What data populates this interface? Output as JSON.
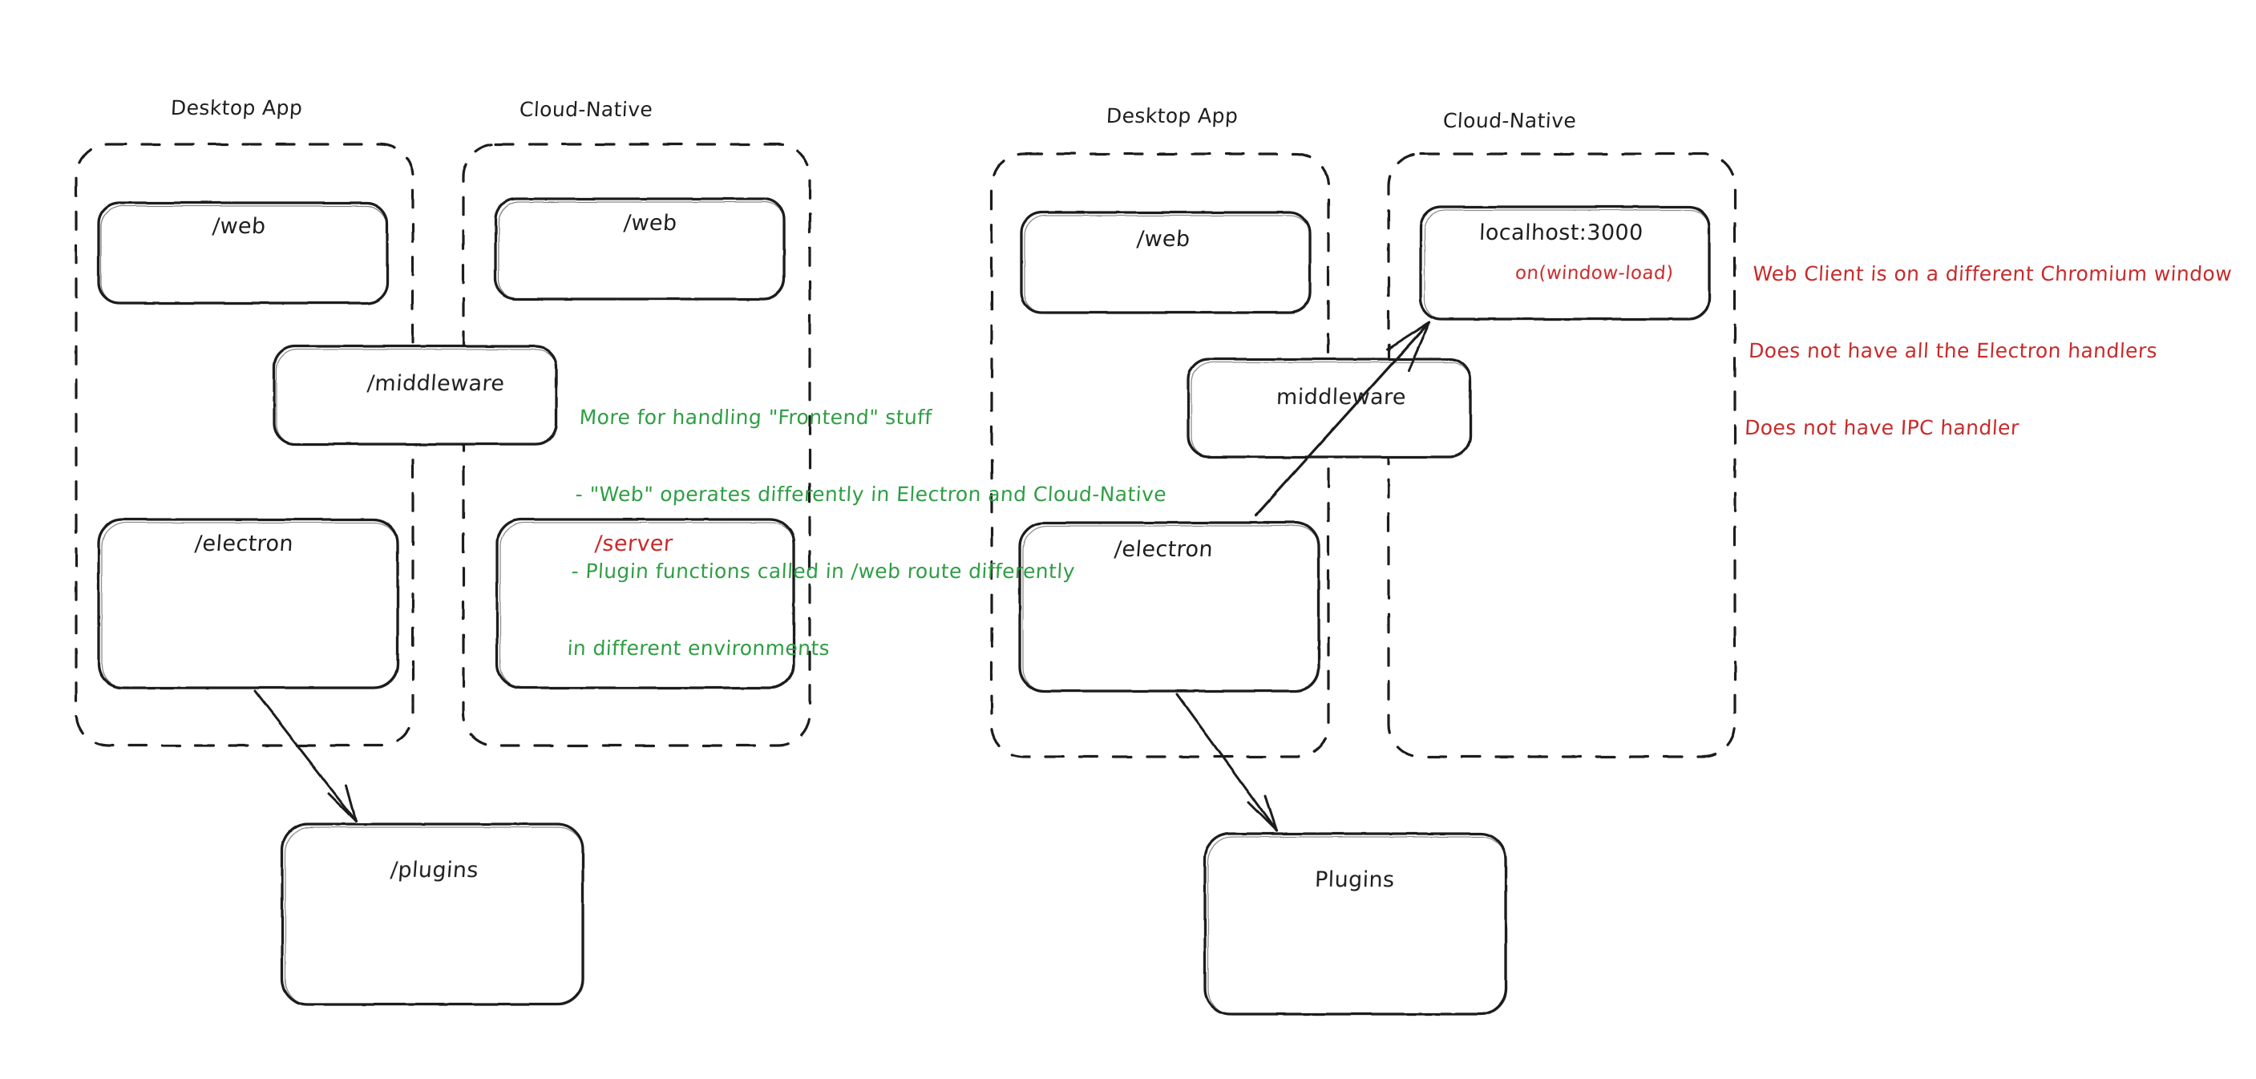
{
  "diagram": {
    "title": "Electron vs Cloud-Native architecture sketch",
    "style": "hand-drawn",
    "colors": {
      "stroke": "#1e1e1e",
      "green": "#2f9e44",
      "red": "#c92a2a",
      "background": "#ffffff"
    },
    "panels": [
      {
        "id": "left",
        "groups": [
          {
            "id": "left-desktop-app",
            "label": "Desktop App",
            "boxes": [
              {
                "id": "left-web",
                "label": "/web",
                "color": "#1e1e1e"
              },
              {
                "id": "left-electron",
                "label": "/electron",
                "color": "#1e1e1e"
              }
            ]
          },
          {
            "id": "left-cloud-native",
            "label": "Cloud-Native",
            "boxes": [
              {
                "id": "left-web-cn",
                "label": "/web",
                "color": "#1e1e1e"
              },
              {
                "id": "left-server",
                "label": "/server",
                "color": "#c92a2a"
              }
            ]
          }
        ],
        "straddling_boxes": [
          {
            "id": "left-middleware",
            "label": "/middleware",
            "color": "#1e1e1e"
          }
        ],
        "outside_boxes": [
          {
            "id": "left-plugins",
            "label": "/plugins",
            "color": "#1e1e1e"
          }
        ],
        "note_green": {
          "lines": [
            "More for handling \"Frontend\" stuff",
            "- \"Web\" operates differently in Electron and Cloud-Native",
            "- Plugin functions called in /web route differently",
            "in different environments"
          ]
        }
      },
      {
        "id": "right",
        "groups": [
          {
            "id": "right-desktop-app",
            "label": "Desktop App",
            "boxes": [
              {
                "id": "right-web",
                "label": "/web",
                "color": "#1e1e1e"
              },
              {
                "id": "right-electron",
                "label": "/electron",
                "color": "#1e1e1e"
              }
            ]
          },
          {
            "id": "right-cloud-native",
            "label": "Cloud-Native",
            "boxes": [
              {
                "id": "right-localhost",
                "label": "localhost:3000",
                "sublabel": "on(window-load)",
                "color": "#1e1e1e",
                "sublabel_color": "#c92a2a"
              }
            ]
          }
        ],
        "straddling_boxes": [
          {
            "id": "right-middleware",
            "label": "middleware",
            "color": "#1e1e1e"
          }
        ],
        "outside_boxes": [
          {
            "id": "right-plugins",
            "label": "Plugins",
            "color": "#1e1e1e"
          }
        ],
        "note_red": {
          "lines": [
            "Web Client is on a different Chromium window",
            "Does not have all the Electron handlers",
            "Does not have IPC handler"
          ]
        }
      }
    ],
    "arrows": [
      {
        "id": "arrow-left-electron-to-plugins",
        "from": "left-electron",
        "to": "left-plugins"
      },
      {
        "id": "arrow-right-electron-to-plugins",
        "from": "right-electron",
        "to": "right-plugins"
      },
      {
        "id": "arrow-right-electron-to-localhost",
        "from": "right-electron",
        "to": "right-localhost"
      }
    ]
  }
}
